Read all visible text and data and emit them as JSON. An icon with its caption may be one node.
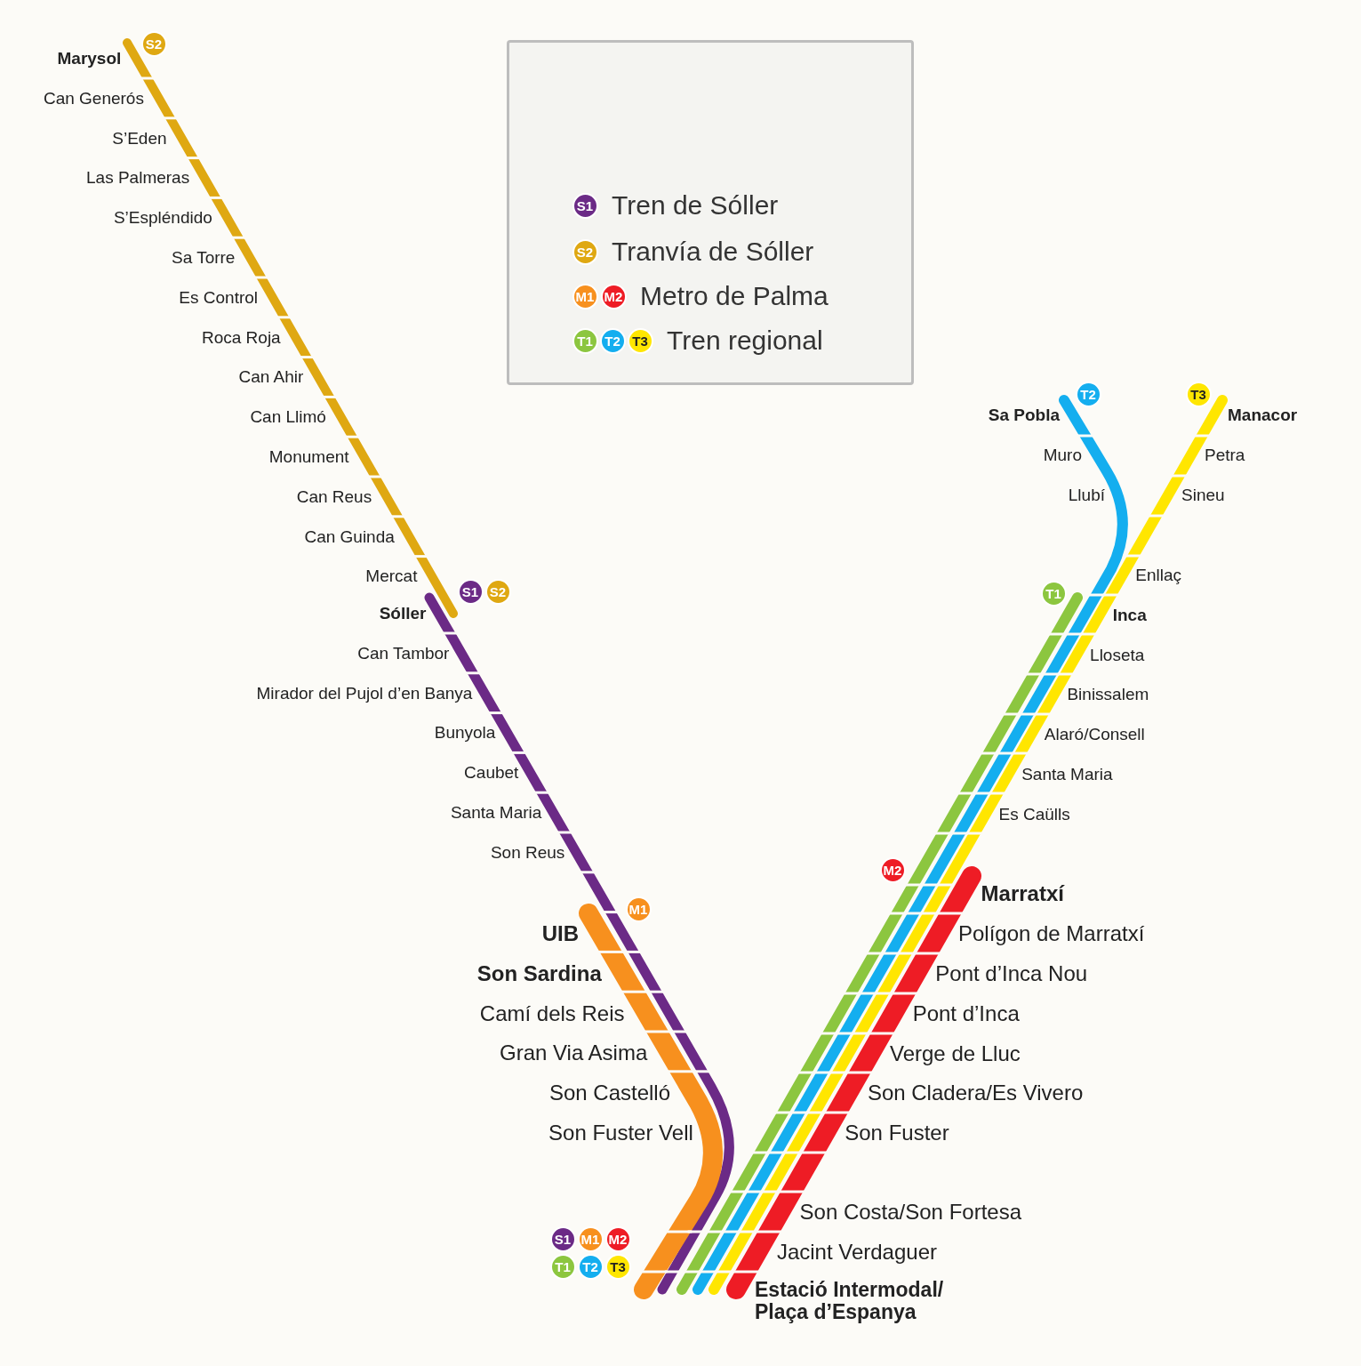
{
  "diagram": {
    "nodes": [
      {
        "text": [
          "S2"
        ]
      },
      {
        "text": [
          "S1"
        ]
      },
      {
        "text": [
          "S2"
        ]
      },
      {
        "text": [
          "M1"
        ]
      },
      {
        "text": [
          "M2"
        ]
      },
      {
        "text": [
          "T1"
        ]
      },
      {
        "text": [
          "T2"
        ]
      },
      {
        "text": [
          "T3"
        ]
      },
      {
        "text": [
          "T2"
        ]
      },
      {
        "text": [
          "T3"
        ]
      },
      {
        "text": [
          "S1"
        ]
      },
      {
        "text": [
          "S2"
        ]
      },
      {
        "text": [
          "T1"
        ]
      },
      {
        "text": [
          "M2"
        ]
      },
      {
        "text": [
          "M1"
        ]
      },
      {
        "text": [
          "S1"
        ]
      },
      {
        "text": [
          "M1"
        ]
      },
      {
        "text": [
          "M2"
        ]
      },
      {
        "text": [
          "T1"
        ]
      },
      {
        "text": [
          "T2"
        ]
      },
      {
        "text": [
          "T3"
        ]
      }
    ],
    "labels": [
      "Marysol",
      "Can Generós",
      "S’Eden",
      "Las Palmeras",
      "S’Espléndido",
      "Sa Torre",
      "Es Control",
      "Roca Roja",
      "Can Ahir",
      "Can Llimó",
      "Monument",
      "Can Reus",
      "Can Guinda",
      "Mercat",
      "Sóller",
      "Can Tambor",
      "Mirador del Pujol d’en Banya",
      "Bunyola",
      "Caubet",
      "Santa Maria",
      "Son Reus",
      "UIB",
      "Son Sardina",
      "Camí dels Reis",
      "Gran Via Asima",
      "Son Castelló",
      "Son Fuster Vell",
      "Sa Pobla",
      "Manacor",
      "Muro",
      "Petra",
      "Llubí",
      "Sineu",
      "Enllaç",
      "Inca",
      "Lloseta",
      "Binissalem",
      "Alaró/Consell",
      "Santa Maria",
      "Es Caülls",
      "Marratxí",
      "Polígon de Marratxí",
      "Pont d’Inca Nou",
      "Pont d’Inca",
      "Verge de Lluc",
      "Son Cladera/Es Vivero",
      "Son Fuster",
      "Son Costa/Son Fortesa",
      "Jacint Verdaguer",
      "Estació Intermodal/ Plaça d’Espanya"
    ],
    "legend": [
      {
        "text": "Tren de Sóller"
      },
      {
        "text": "Tranvía de Sóller"
      },
      {
        "text": "Metro de Palma"
      },
      {
        "text": "Tren regional"
      }
    ]
  }
}
